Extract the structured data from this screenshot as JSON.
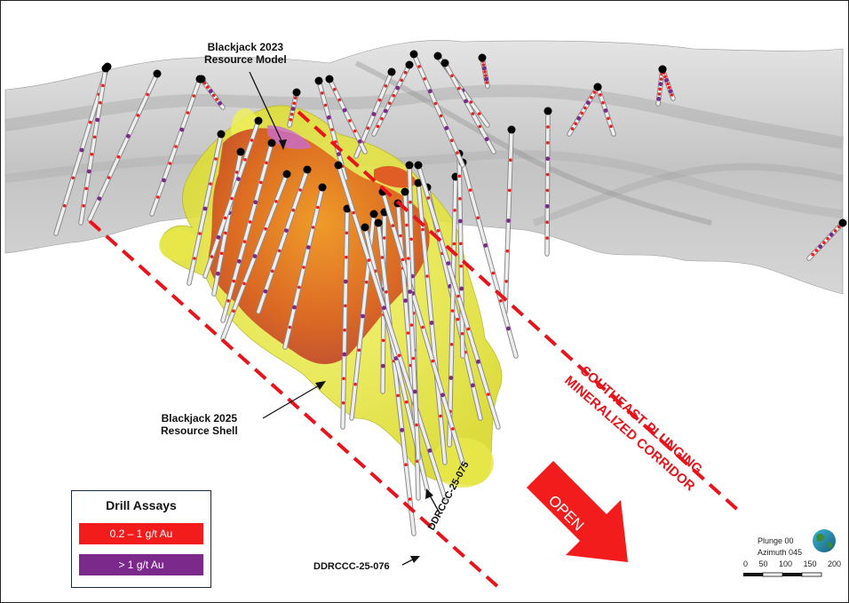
{
  "labels": {
    "model_2023": [
      "Blackjack 2023",
      "Resource Model"
    ],
    "shell_2025": [
      "Blackjack 2025",
      "Resource Shell"
    ],
    "corridor": [
      "SOUTHEAST PLUNGING",
      "MINERALIZED CORRIDOR"
    ],
    "open_arrow": "OPEN",
    "hole_075": "DDRCCC-25-075",
    "hole_076": "DDRCCC-25-076"
  },
  "legend": {
    "title": "Drill Assays",
    "items": [
      {
        "label": "0.2 – 1 g/t Au",
        "color": "#f21c1c"
      },
      {
        "label": "> 1 g/t Au",
        "color": "#7b2a8c"
      }
    ]
  },
  "view": {
    "plunge": "Plunge 00",
    "azimuth": "Azimuth 045",
    "scale_ticks": [
      "0",
      "50",
      "100",
      "150",
      "200"
    ]
  },
  "colors": {
    "corridor_line": "#e8131b",
    "resource_shell": "#ecec3c",
    "resource_model": "#e0701a",
    "topography": "#c9c9c9",
    "drill_trace": "#d8d8d8",
    "collar": "#000000"
  }
}
